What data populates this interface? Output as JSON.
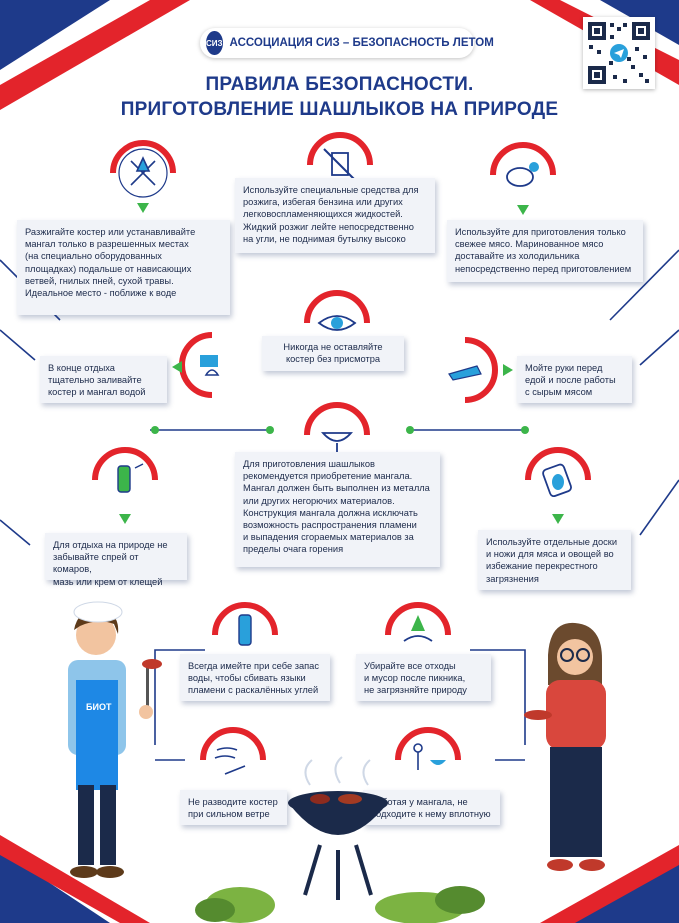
{
  "header": {
    "association": "АССОЦИАЦИЯ СИЗ – БЕЗОПАСНОСТЬ ЛЕТОМ",
    "logo_text": "СИЗ",
    "title_line1": "ПРАВИЛА БЕЗОПАСНОСТИ.",
    "title_line2": "ПРИГОТОВЛЕНИЕ ШАШЛЫКОВ НА ПРИРОДЕ"
  },
  "rules": {
    "campfire_place": [
      "Разжигайте костер или устанавливайте",
      "мангал только в разрешенных местах",
      "(на специально оборудованных",
      "площадках) подальше от нависающих",
      "ветвей, гнилых пней, сухой травы.",
      "Идеальное место - поближе к воде"
    ],
    "ignition": [
      "Используйте специальные средства для",
      "розжига, избегая бензина или других",
      "легковоспламеняющихся жидкостей.",
      "Жидкий розжиг лейте непосредственно",
      "на угли, не поднимая бутылку высоко"
    ],
    "fresh_meat": [
      "Используйте для приготовления только",
      "свежее мясо. Маринованное мясо",
      "доставайте из холодильника",
      "непосредственно перед приготовлением"
    ],
    "unattended": [
      "Никогда не оставляйте",
      "костер без присмотра"
    ],
    "extinguish": [
      "В конце отдыха",
      "тщательно заливайте",
      "костер и мангал водой"
    ],
    "wash_hands": [
      "Мойте руки перед",
      "едой и после работы",
      "с сырым мясом"
    ],
    "grill": [
      "Для приготовления шашлыков",
      "рекомендуется приобретение мангала.",
      "Мангал должен быть выполнен из металла",
      "или других негорючих материалов.",
      "Конструкция мангала должна исключать",
      "возможность распространения пламени",
      "и выпадения сгораемых материалов за",
      "пределы очага горения"
    ],
    "repellent": [
      "Для отдыха на природе не",
      "забывайте спрей от комаров,",
      "мазь или крем от клещей"
    ],
    "boards": [
      "Используйте отдельные доски",
      "и ножи для мяса и овощей во",
      "избежание перекрестного",
      "загрязнения"
    ],
    "water": [
      "Всегда имейте при себе запас",
      "воды, чтобы сбивать языки",
      "пламени с раскалённых углей"
    ],
    "trash": [
      "Убирайте все отходы",
      "и мусор после пикника,",
      "не загрязняйте природу"
    ],
    "wind": [
      "Не разводите костер",
      "при сильном ветре"
    ],
    "distance": [
      "Работая у мангала, не",
      "подходите к нему вплотную"
    ]
  },
  "apron_text": "БИОТ",
  "colors": {
    "red": "#e3242b",
    "blue": "#1e3a8a",
    "green": "#3cb54a",
    "card": "#f1f3f8"
  }
}
